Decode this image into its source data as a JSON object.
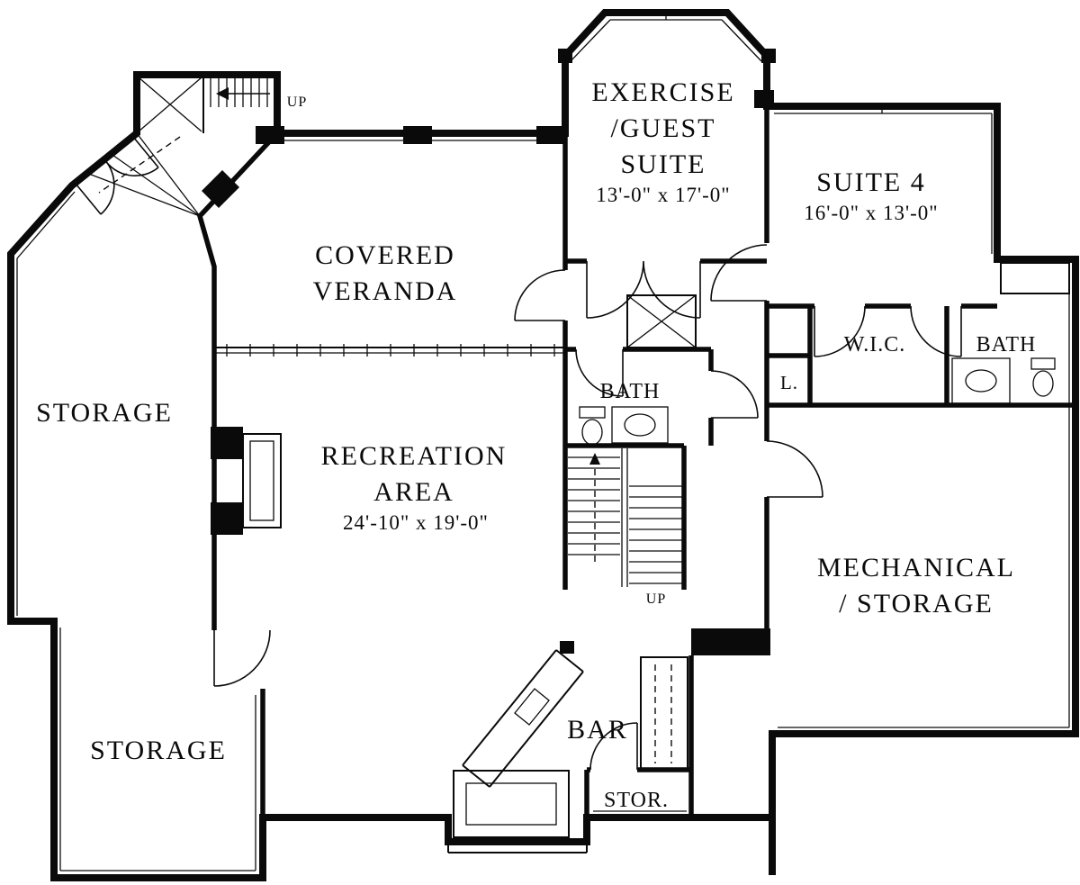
{
  "plan": {
    "background": "#ffffff",
    "ink": "#0a0a0a",
    "labels": {
      "exercise_line1": "EXERCISE",
      "exercise_line2": "/GUEST",
      "exercise_line3": "SUITE",
      "exercise_dims": "13'-0\" x 17'-0\"",
      "suite4_name": "SUITE 4",
      "suite4_dims": "16'-0\" x 13'-0\"",
      "veranda_line1": "COVERED",
      "veranda_line2": "VERANDA",
      "storage_upper": "STORAGE",
      "storage_lower": "STORAGE",
      "recreation_line1": "RECREATION",
      "recreation_line2": "AREA",
      "recreation_dims": "24'-10\" x 19'-0\"",
      "bath_center": "BATH",
      "wic": "W.I.C.",
      "bath_right": "BATH",
      "laundry": "L.",
      "mechanical_line1": "MECHANICAL",
      "mechanical_line2": "/ STORAGE",
      "bar": "BAR",
      "stor": "STOR.",
      "up_stair_top": "UP",
      "up_stair_center": "UP"
    }
  }
}
